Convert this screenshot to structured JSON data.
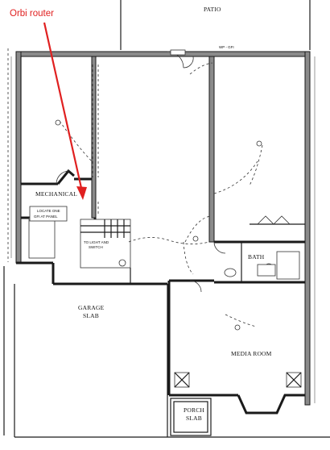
{
  "annotation": {
    "text": "Orbi router",
    "color": "#e02020"
  },
  "rooms": {
    "patio": "PATIO",
    "mechanical": "MECHANICAL",
    "bath": "BATH",
    "garage_line1": "GARAGE",
    "garage_line2": "SLAB",
    "media_room": "MEDIA ROOM",
    "porch_line1": "PORCH",
    "porch_line2": "SLAB"
  },
  "notes": {
    "locate_line1": "LOCATE ONE",
    "locate_line2": "GFI AT PANEL",
    "stairs_line1": "TO LIGHT AND",
    "stairs_line2": "SWITCH",
    "marker_wp_gfi": "WP - GFI"
  },
  "colors": {
    "wall": "#1a1a1a",
    "annotation": "#e02020"
  }
}
